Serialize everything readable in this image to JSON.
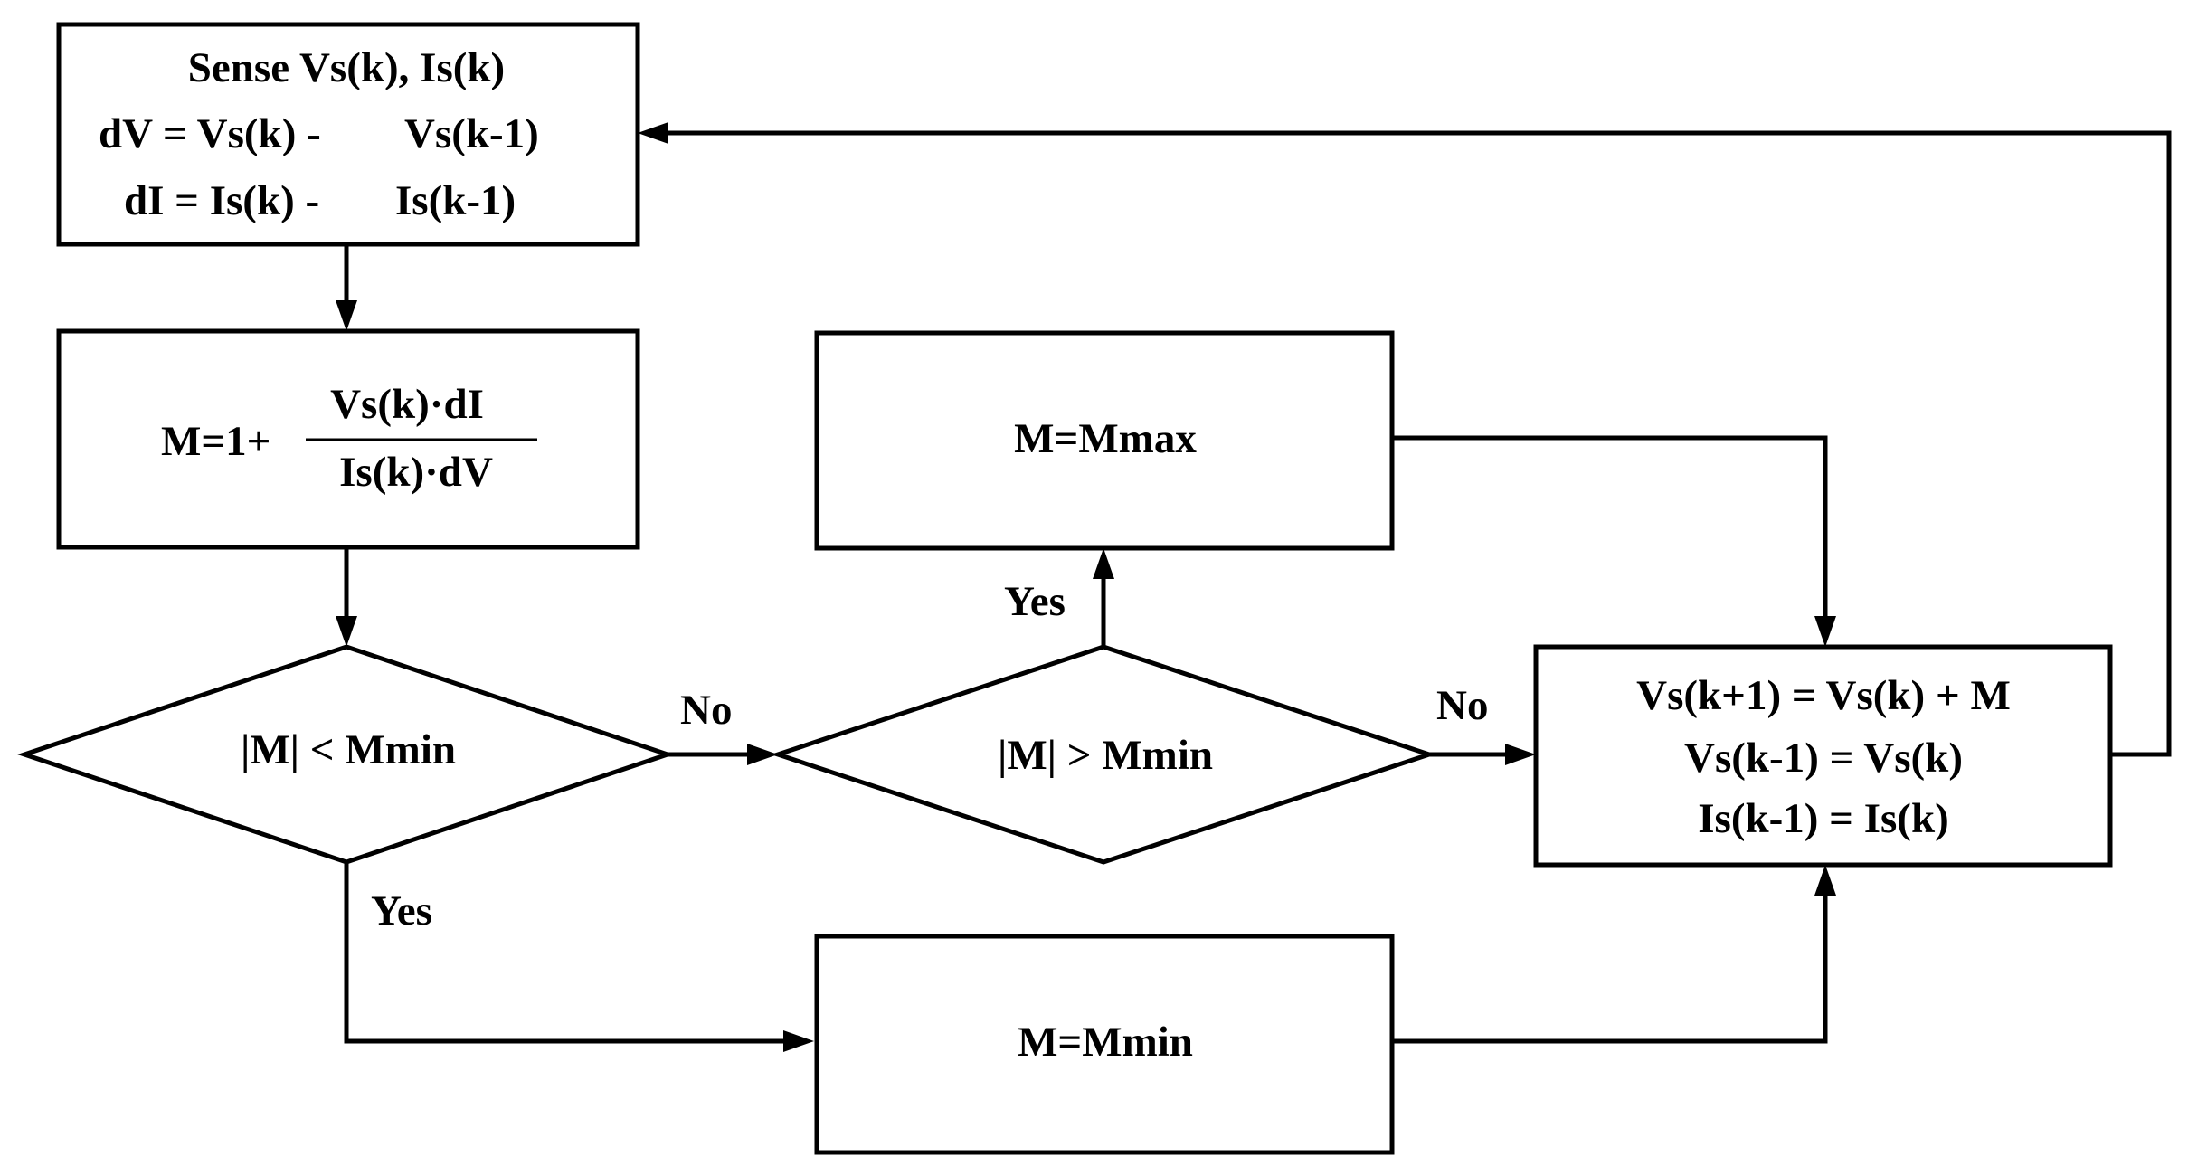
{
  "diagram": {
    "nodes": {
      "sense": {
        "lines": [
          "Sense Vs(k), Is(k)",
          "dV = Vs(k) -",
          "Vs(k-1)",
          "dI = Is(k) -",
          "Is(k-1)"
        ]
      },
      "compute": {
        "prefix": "M=1+",
        "numerator": "Vs(k)·dI",
        "denominator": "Is(k)·dV"
      },
      "decision_min": {
        "text": "|M| < Mmin"
      },
      "decision_max": {
        "text": "|M| > Mmin"
      },
      "set_max": {
        "text": "M=Mmax"
      },
      "set_min": {
        "text": "M=Mmin"
      },
      "update": {
        "lines": [
          "Vs(k+1) = Vs(k) + M",
          "Vs(k-1) = Vs(k)",
          "Is(k-1) = Is(k)"
        ]
      }
    },
    "edge_labels": {
      "min_no": "No",
      "min_yes": "Yes",
      "max_yes": "Yes",
      "max_no": "No"
    },
    "edges": [
      {
        "from": "sense",
        "to": "compute"
      },
      {
        "from": "compute",
        "to": "decision_min"
      },
      {
        "from": "decision_min",
        "to": "decision_max",
        "label": "No"
      },
      {
        "from": "decision_min",
        "to": "set_min",
        "label": "Yes"
      },
      {
        "from": "decision_max",
        "to": "set_max",
        "label": "Yes"
      },
      {
        "from": "decision_max",
        "to": "update",
        "label": "No"
      },
      {
        "from": "set_max",
        "to": "update"
      },
      {
        "from": "set_min",
        "to": "update"
      },
      {
        "from": "update",
        "to": "sense"
      }
    ]
  }
}
